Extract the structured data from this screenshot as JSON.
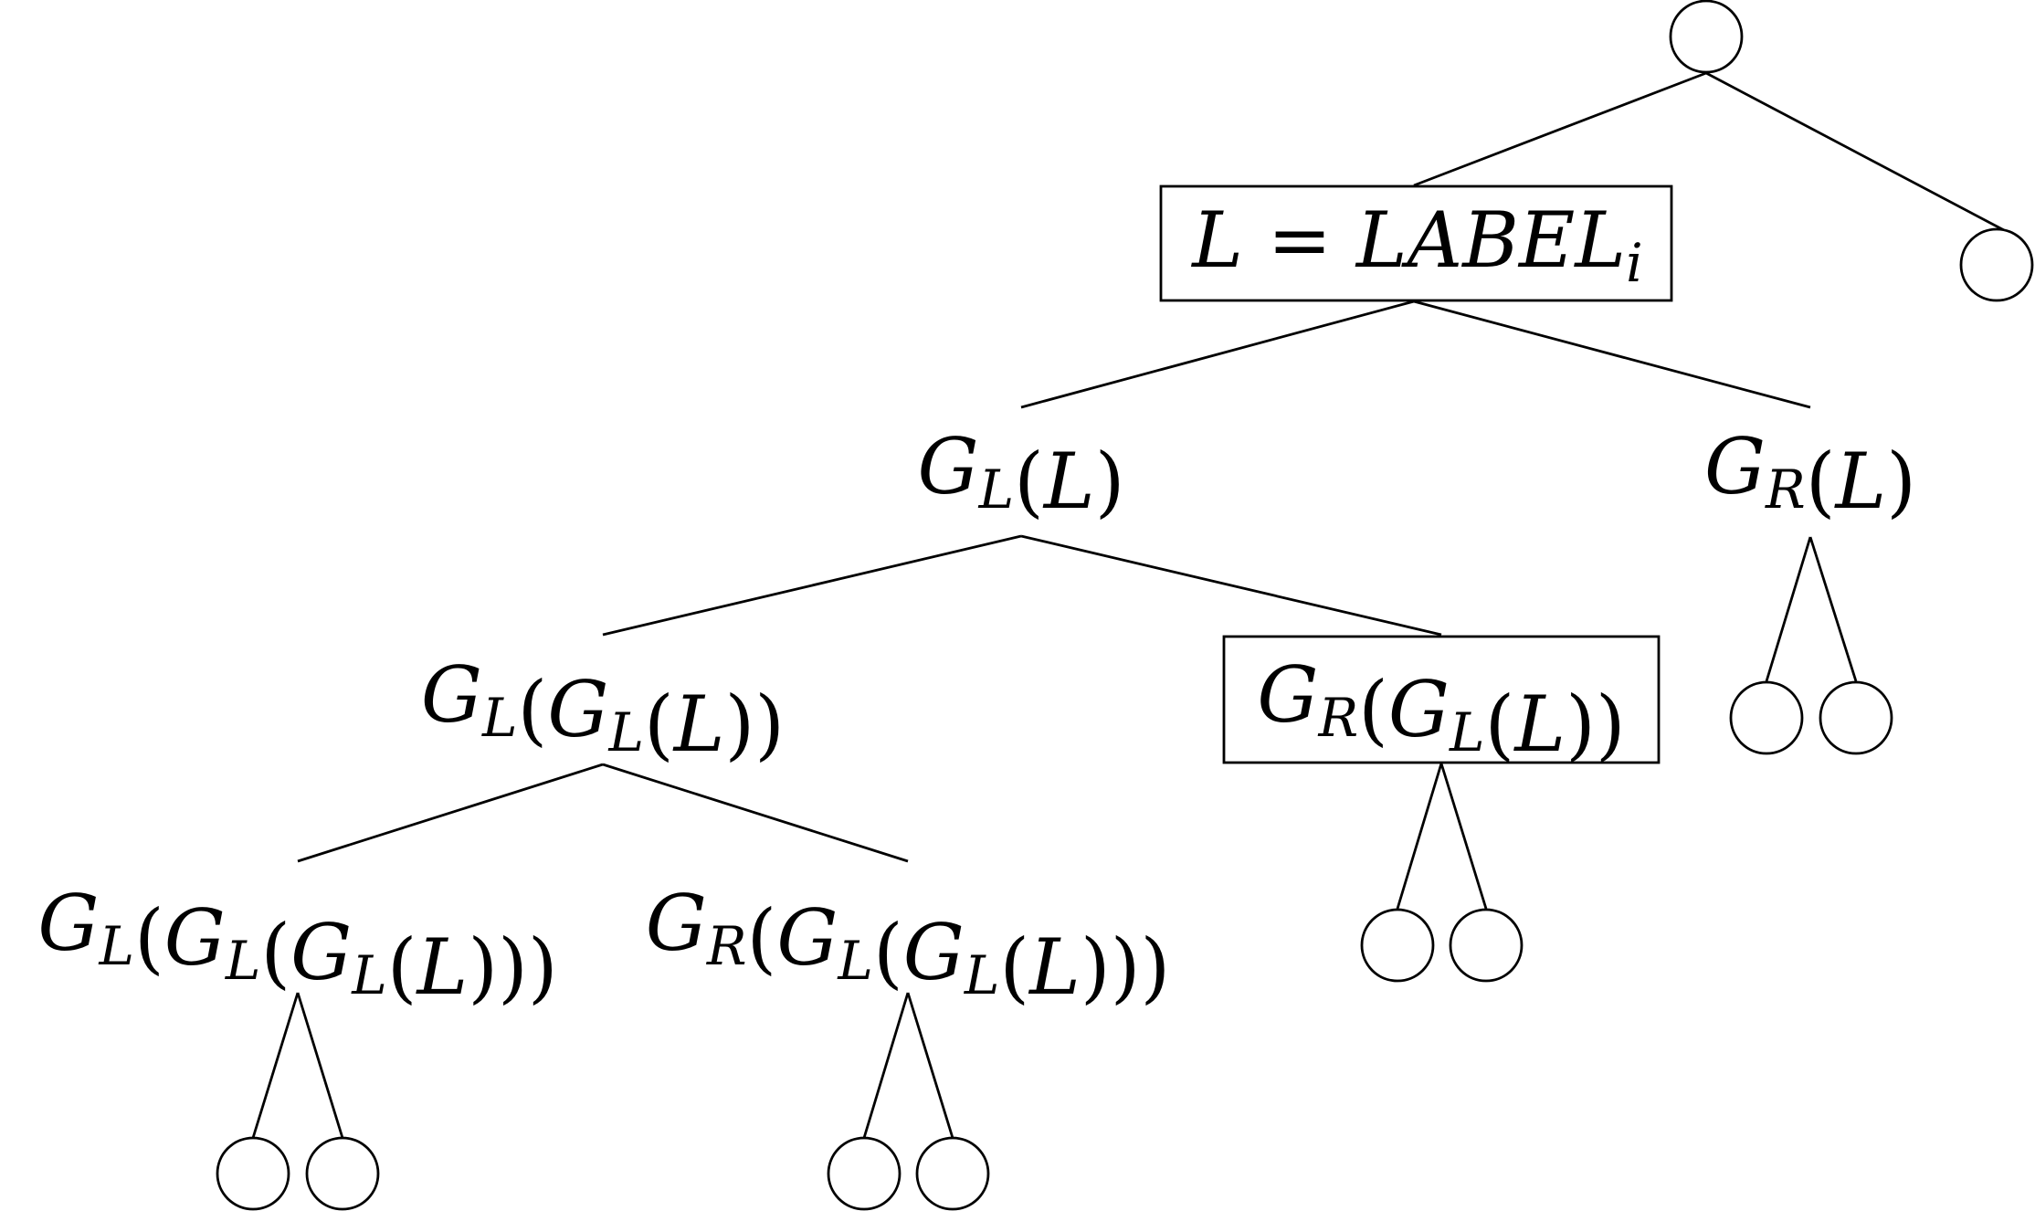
{
  "tree": {
    "root_label": {
      "lhs": "L",
      "eq": " = ",
      "rhs": "LABEL",
      "rhs_sub": "i"
    },
    "nodes": {
      "gl": {
        "text": "G_L(L)"
      },
      "gr": {
        "text": "G_R(L)"
      },
      "glgl": {
        "text": "G_L(G_L(L))"
      },
      "grgl": {
        "text": "G_R(G_L(L))"
      },
      "glglgl": {
        "text": "G_L(G_L(G_L(L)))"
      },
      "grglgl": {
        "text": "G_R(G_L(G_L(L)))"
      }
    },
    "highlighted": [
      "root_label",
      "grgl"
    ],
    "line_color": "#000000"
  }
}
